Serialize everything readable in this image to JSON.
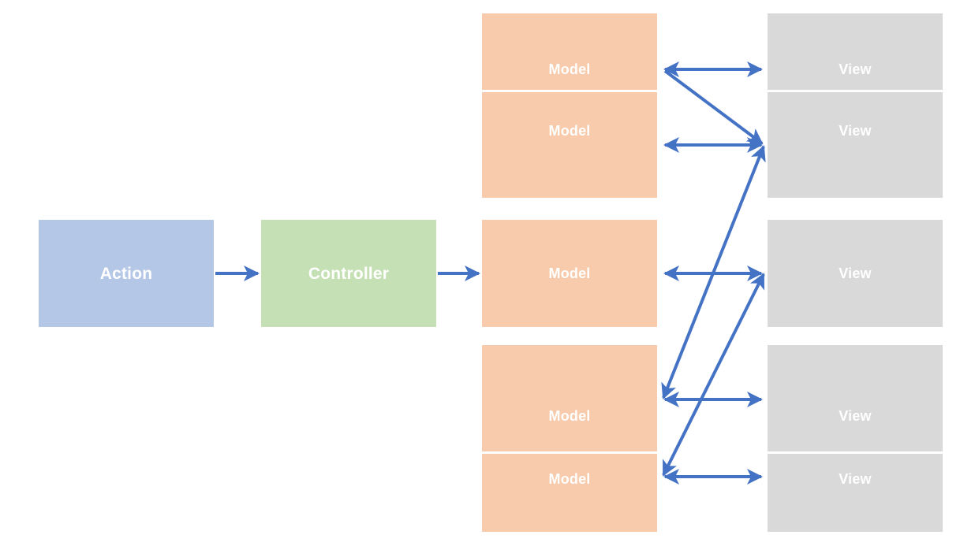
{
  "diagram": {
    "title": "Action-Controller-Model-View flow diagram",
    "colors": {
      "action_fill": "#B4C7E7",
      "controller_fill": "#C5E0B4",
      "model_fill": "#F7CBAC",
      "view_fill": "#D9D9D9",
      "arrow": "#4472C4",
      "label_text": "#FFFFFF",
      "background": "#FFFFFF"
    },
    "nodes": {
      "action": {
        "label": "Action"
      },
      "controller": {
        "label": "Controller"
      },
      "models": [
        {
          "label": "Model"
        },
        {
          "label": "Model"
        },
        {
          "label": "Model"
        },
        {
          "label": "Model"
        }
      ],
      "views": [
        {
          "label": "View"
        },
        {
          "label": "View"
        },
        {
          "label": "View"
        },
        {
          "label": "View"
        }
      ]
    },
    "edges": [
      {
        "from": "action",
        "to": "controller",
        "kind": "single"
      },
      {
        "from": "controller",
        "to": "model-3",
        "kind": "single"
      },
      {
        "from": "model-1",
        "to": "view-1",
        "kind": "double"
      },
      {
        "from": "model-2",
        "to": "view-2",
        "kind": "double"
      },
      {
        "from": "model-3",
        "to": "view-3",
        "kind": "double"
      },
      {
        "from": "model-4",
        "to": "view-4",
        "kind": "double"
      },
      {
        "from": "model-1",
        "to": "view-2",
        "kind": "diagonal"
      },
      {
        "from": "model-3",
        "to": "view-2",
        "kind": "diagonal"
      },
      {
        "from": "model-4",
        "to": "view-3",
        "kind": "diagonal"
      }
    ]
  }
}
